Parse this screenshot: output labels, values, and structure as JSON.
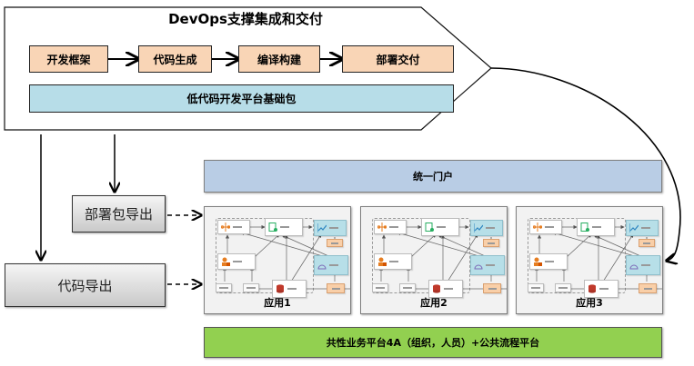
{
  "devops": {
    "title": "DevOps支撑集成和交付",
    "steps": [
      "开发框架",
      "代码生成",
      "编译构建",
      "部署交付"
    ],
    "base_package": "低代码开发平台基础包"
  },
  "exports": {
    "deploy_package": "部署包导出",
    "code": "代码导出"
  },
  "portal": "统一门户",
  "apps": [
    {
      "label": "应用1"
    },
    {
      "label": "应用2"
    },
    {
      "label": "应用3"
    }
  ],
  "platform": "共性业务平台4A（组织，人员）+公共流程平台",
  "icons": {
    "process": "process-flow-icon",
    "form": "form-icon",
    "report": "report-chart-icon",
    "permission": "user-lock-icon",
    "rule": "rule-dome-icon",
    "data": "database-icon"
  },
  "colors": {
    "step_fill": "#f9d5b6",
    "base_fill": "#b7dde8",
    "portal_fill": "#b9cde5",
    "platform_fill": "#92d050",
    "app_fill": "#f2f2f2"
  }
}
